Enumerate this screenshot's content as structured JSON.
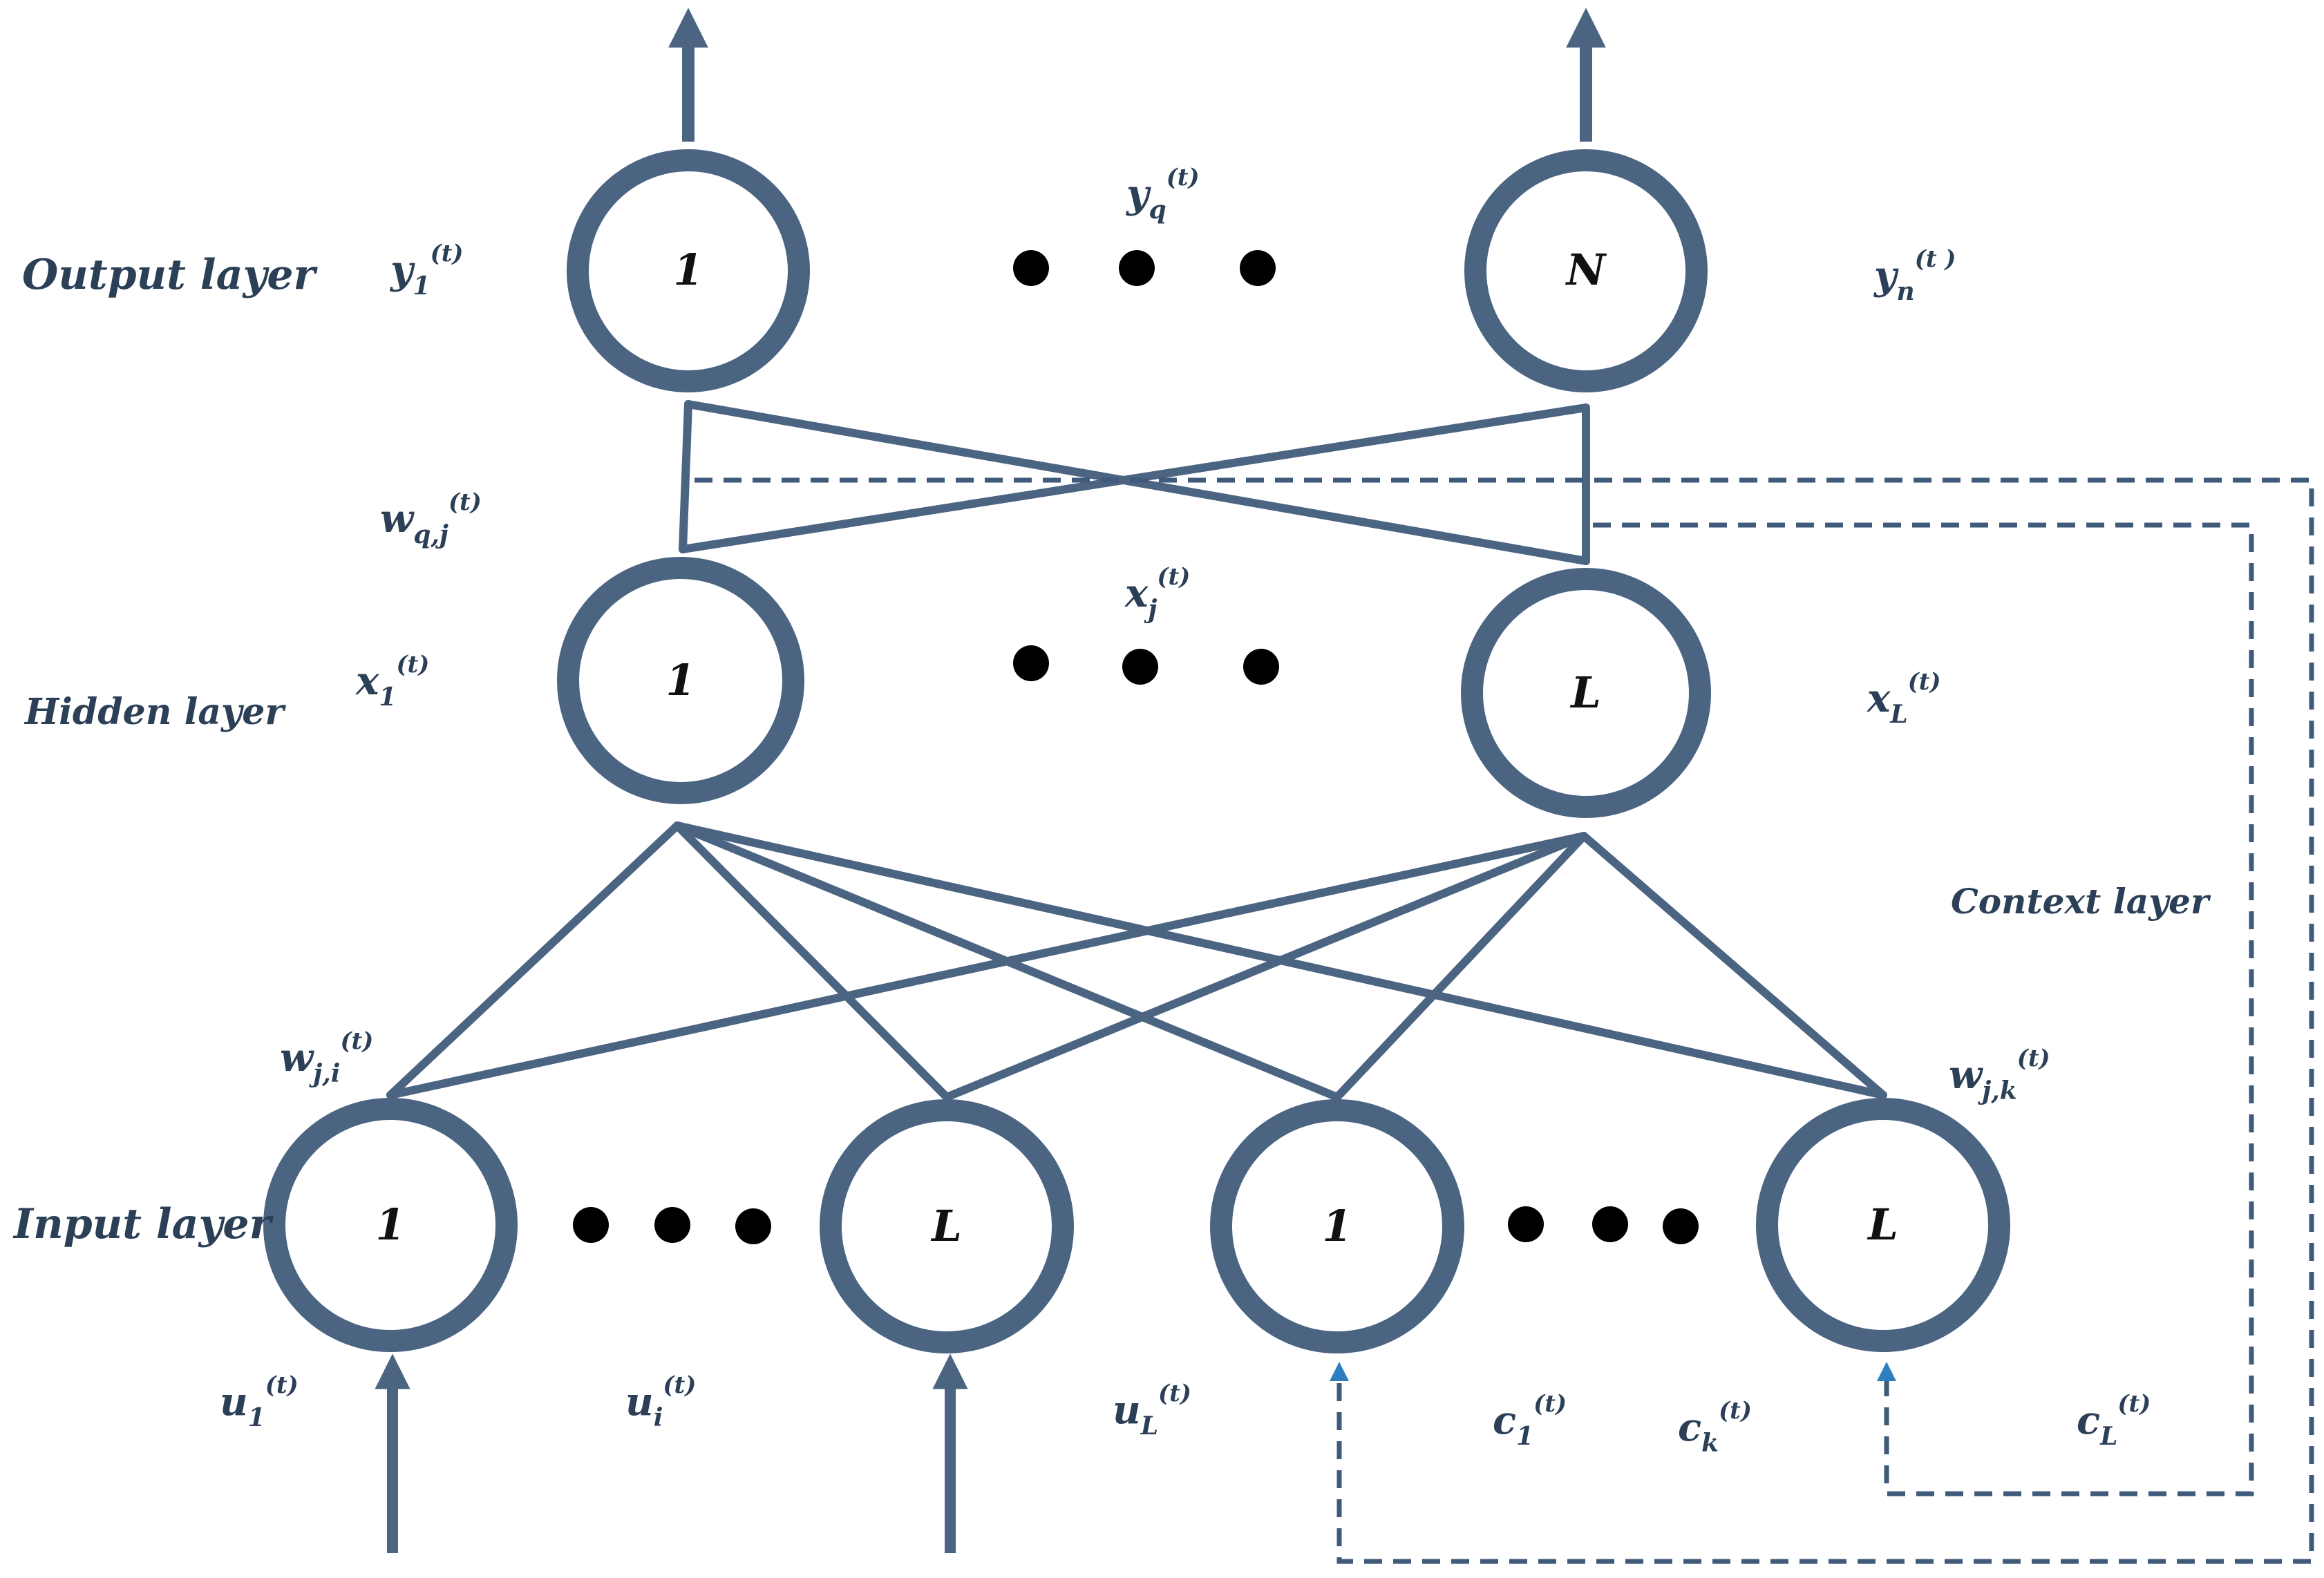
{
  "layers": {
    "output": "Output layer",
    "hidden": "Hidden layer",
    "context": "Context layer",
    "input": "Input layer"
  },
  "nodes": {
    "output_first": "1",
    "output_last": "N",
    "hidden_first": "1",
    "hidden_last": "L",
    "input_first": "1",
    "input_last": "L",
    "context_first": "1",
    "context_last": "L"
  },
  "labels": {
    "y1": {
      "base": "y",
      "sub": "1",
      "sup": "(t)"
    },
    "yq": {
      "base": "y",
      "sub": "q",
      "sup": "(t)"
    },
    "yn": {
      "base": "y",
      "sub": "n",
      "sup": "(t )"
    },
    "wqj": {
      "base": "w",
      "sub": "q,j",
      "sup": "(t)"
    },
    "x1": {
      "base": "x",
      "sub": "1",
      "sup": "(t)"
    },
    "xj": {
      "base": "x",
      "sub": "j",
      "sup": "(t)"
    },
    "xL": {
      "base": "x",
      "sub": "L",
      "sup": "(t)"
    },
    "wji": {
      "base": "w",
      "sub": "j,i",
      "sup": "(t)"
    },
    "wjk": {
      "base": "w",
      "sub": "j,k",
      "sup": "(t)"
    },
    "u1": {
      "base": "u",
      "sub": "1",
      "sup": "(t)"
    },
    "ui": {
      "base": "u",
      "sub": "i",
      "sup": "(t)"
    },
    "uL": {
      "base": "u",
      "sub": "L",
      "sup": "(t)"
    },
    "c1": {
      "base": "c",
      "sub": "1",
      "sup": "(t)"
    },
    "ck": {
      "base": "c",
      "sub": "k",
      "sup": "(t)"
    },
    "cL": {
      "base": "c",
      "sub": "L",
      "sup": "(t)"
    }
  },
  "colors": {
    "node_stroke": "#4a6482",
    "connection": "#4a6482",
    "feedback_dashed": "#3f5a7a",
    "feedback_arrowhead": "#2f7fc0",
    "ellipsis_dot": "#000000"
  }
}
